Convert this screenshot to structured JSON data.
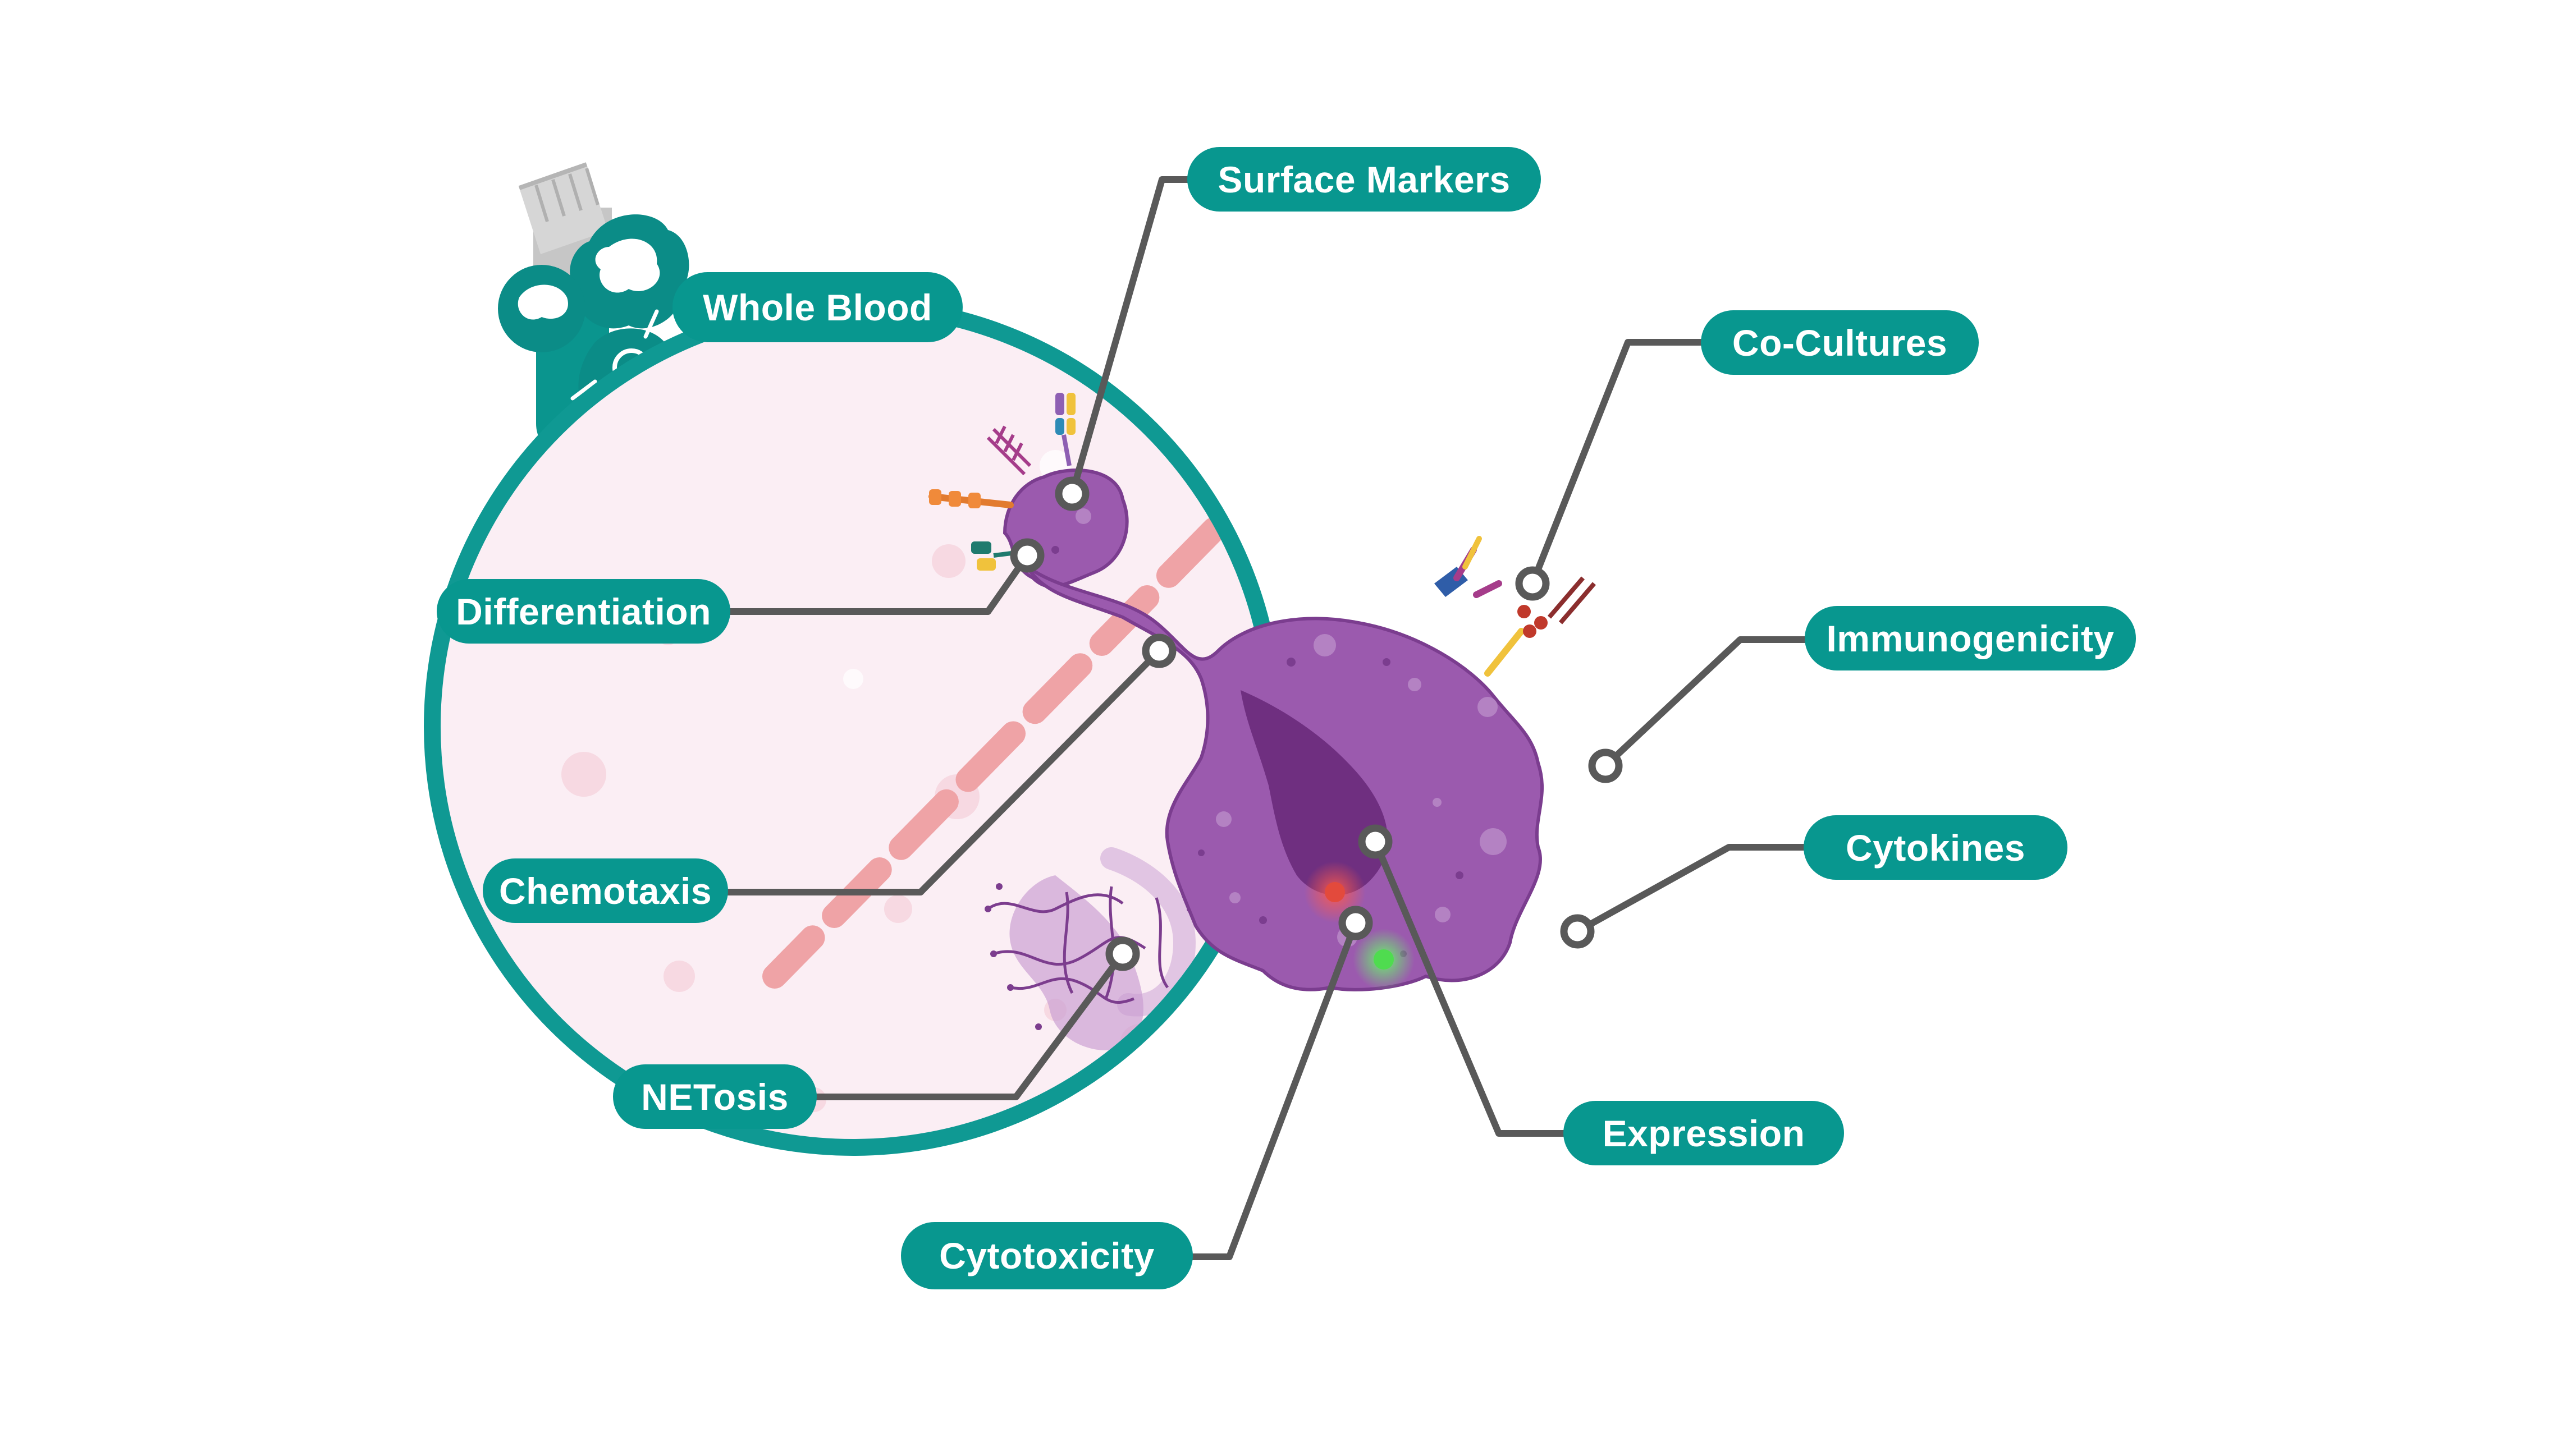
{
  "labels": {
    "surface_markers": "Surface Markers",
    "whole_blood": "Whole Blood",
    "co_cultures": "Co-Cultures",
    "differentiation": "Differentiation",
    "immunogenicity": "Immunogenicity",
    "chemotaxis": "Chemotaxis",
    "cytokines": "Cytokines",
    "netosis": "NETosis",
    "expression": "Expression",
    "cytotoxicity": "Cytotoxicity"
  },
  "colors": {
    "label_fill": "#08978f",
    "label_text": "#ffffff",
    "circle_border": "#0f9993",
    "circle_fill": "#fbeef4",
    "cell_body": "#9b5aae",
    "nucleus": "#6f2f80",
    "connector": "#595959",
    "vessel": "#efa3a6",
    "neighbor_cell": "#f1d27e"
  }
}
